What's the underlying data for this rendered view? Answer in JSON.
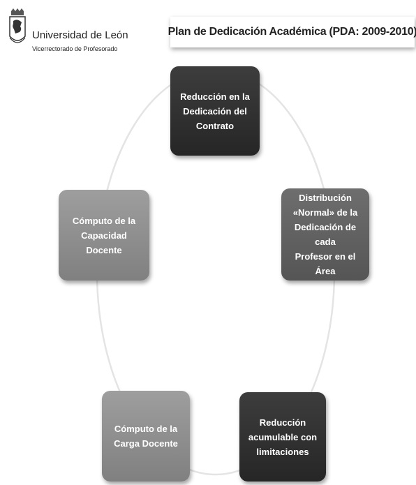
{
  "header": {
    "university": "Universidad de León",
    "subtitle": "Vicerrectorado de Profesorado",
    "title": "Plan de Dedicación Académica (PDA: 2009-2010)"
  },
  "cycle": {
    "nodes": [
      {
        "label": "Reducción en la\nDedicación del\nContrato",
        "shade": "#2e2e2e"
      },
      {
        "label": "Distribución\n«Normal» de la\nDedicación de cada\nProfesor en el Área",
        "shade": "#6a6a6a"
      },
      {
        "label": "Reducción\nacumulable con\nlimitaciones",
        "shade": "#2e2e2e"
      },
      {
        "label": "Cómputo de la\nCarga Docente",
        "shade": "#8c8c8c"
      },
      {
        "label": "Cómputo de la\nCapacidad Docente",
        "shade": "#8c8c8c"
      }
    ]
  }
}
